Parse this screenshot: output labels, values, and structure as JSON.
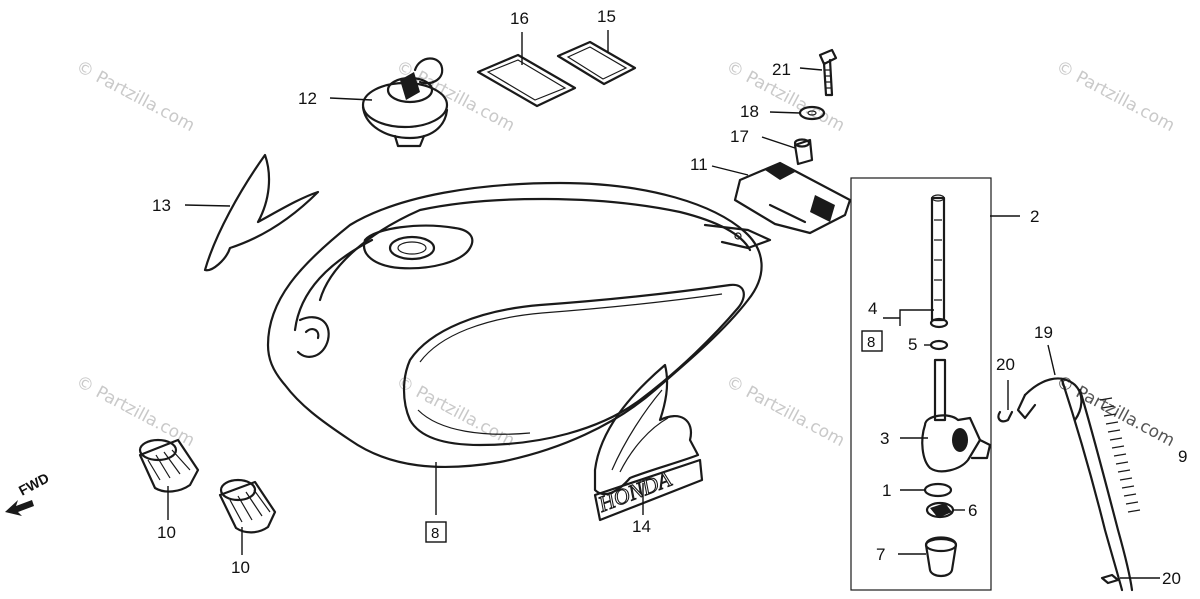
{
  "watermark": "© Partzilla.com",
  "fwd_label": "FWD",
  "brand_text": "HONDA",
  "callouts": {
    "c1": "1",
    "c2": "2",
    "c3": "3",
    "c4": "4",
    "c5": "5",
    "c6": "6",
    "c7": "7",
    "c8_tank": "8",
    "c8_cock": "8",
    "c9": "9",
    "c10_a": "10",
    "c10_b": "10",
    "c11": "11",
    "c12": "12",
    "c13": "13",
    "c14": "14",
    "c15": "15",
    "c16": "16",
    "c17": "17",
    "c18": "18",
    "c19": "19",
    "c20_a": "20",
    "c20_b": "20",
    "c21": "21"
  }
}
